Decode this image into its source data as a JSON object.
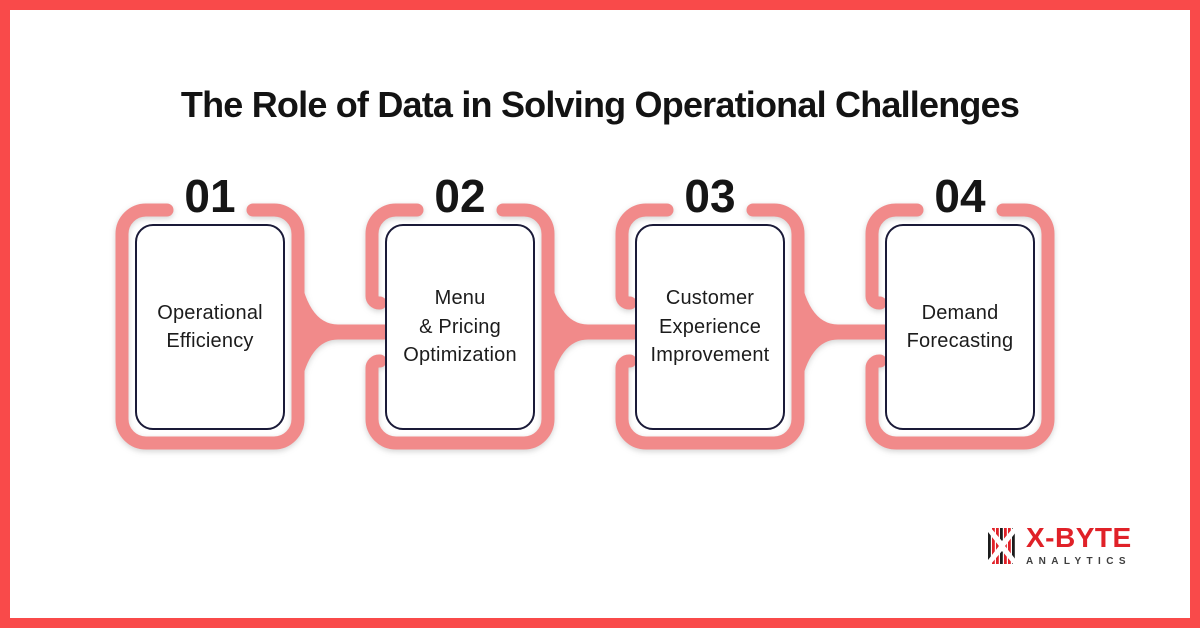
{
  "title": "The Role of Data in Solving Operational Challenges",
  "steps": [
    {
      "number": "01",
      "label": "Operational\nEfficiency"
    },
    {
      "number": "02",
      "label": "Menu\n& Pricing\nOptimization"
    },
    {
      "number": "03",
      "label": "Customer\nExperience\nImprovement"
    },
    {
      "number": "04",
      "label": "Demand\nForecasting"
    }
  ],
  "logo": {
    "brand": "X-BYTE",
    "subtitle": "ANALYTICS",
    "icon": "striped-x-icon"
  },
  "colors": {
    "border_red": "#F94A4A",
    "frame_pink": "#F18A8A",
    "card_border_navy": "#1A1A38",
    "title_dark": "#131313",
    "logo_red": "#E02128",
    "logo_gray": "#3E3E3E"
  }
}
